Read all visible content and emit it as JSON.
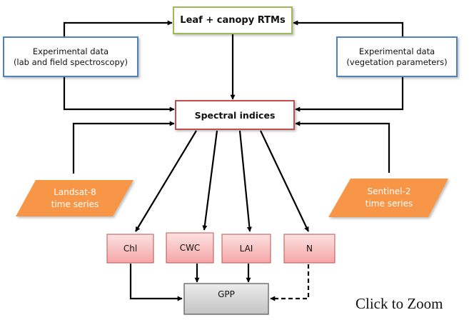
{
  "diagram": {
    "nodes": {
      "rtm": "Leaf + canopy RTMs",
      "exp_left_1": "Experimental data",
      "exp_left_2": "(lab and field spectroscopy)",
      "exp_right_1": "Experimental data",
      "exp_right_2": "(vegetation parameters)",
      "spectral": "Spectral indices",
      "landsat_1": "Landsat-8",
      "landsat_2": "time series",
      "sentinel_1": "Sentinel-2",
      "sentinel_2": "time series",
      "chl": "Chl",
      "cwc": "CWC",
      "lai": "LAI",
      "n": "N",
      "gpp": "GPP"
    },
    "colors": {
      "rtm_border": "#9bbb59",
      "exp_border": "#4f81bd",
      "spectral_border": "#c0504d",
      "orange": "#f79646",
      "pink_top": "#fde2e2",
      "pink_bottom": "#f4a6a6",
      "pink_border": "#c0504d",
      "gpp_fill": "#d4d4d4",
      "arrow": "#000000"
    },
    "edges": [
      {
        "from": "rtm",
        "to": "spectral",
        "style": "solid"
      },
      {
        "from": "exp_left",
        "to": "rtm",
        "style": "solid"
      },
      {
        "from": "exp_right",
        "to": "rtm",
        "style": "solid"
      },
      {
        "from": "exp_left",
        "to": "spectral",
        "style": "solid"
      },
      {
        "from": "exp_right",
        "to": "spectral",
        "style": "solid"
      },
      {
        "from": "landsat",
        "to": "spectral",
        "style": "solid"
      },
      {
        "from": "sentinel",
        "to": "spectral",
        "style": "solid"
      },
      {
        "from": "spectral",
        "to": "chl",
        "style": "solid"
      },
      {
        "from": "spectral",
        "to": "cwc",
        "style": "solid"
      },
      {
        "from": "spectral",
        "to": "lai",
        "style": "solid"
      },
      {
        "from": "spectral",
        "to": "n",
        "style": "solid"
      },
      {
        "from": "chl",
        "to": "gpp",
        "style": "solid"
      },
      {
        "from": "cwc",
        "to": "gpp",
        "style": "solid"
      },
      {
        "from": "lai",
        "to": "gpp",
        "style": "solid"
      },
      {
        "from": "n",
        "to": "gpp",
        "style": "dashed"
      }
    ]
  },
  "footer": {
    "zoom_label": "Click to Zoom"
  }
}
